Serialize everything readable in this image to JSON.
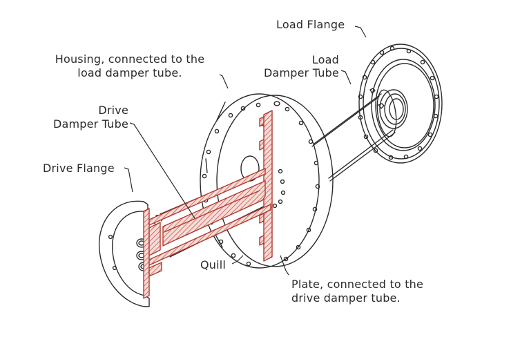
{
  "labels": {
    "load_flange": "Load Flange",
    "load_damper_tube_1": "Load",
    "load_damper_tube_2": "Damper Tube",
    "housing_1": "Housing, connected to the",
    "housing_2": "load damper tube.",
    "drive_damper_tube_1": "Drive",
    "drive_damper_tube_2": "Damper Tube",
    "drive_flange": "Drive Flange",
    "quill": "Quill",
    "plate_1": "Plate, connected to the",
    "plate_2": "drive damper tube."
  },
  "colors": {
    "line": "#2a2a2a",
    "section": "#b03a2e",
    "hatch": "#c9564a",
    "background": "#ffffff"
  }
}
